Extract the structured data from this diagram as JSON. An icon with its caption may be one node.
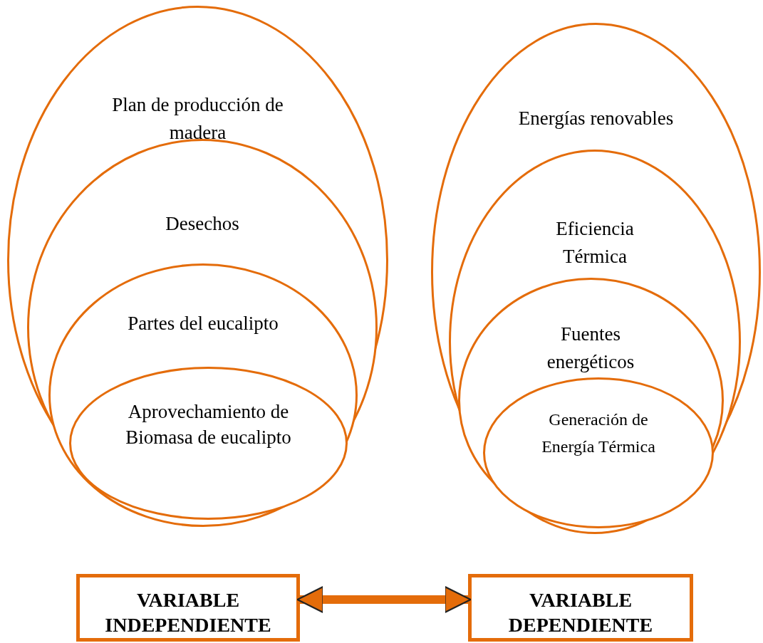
{
  "diagram": {
    "nodes": [
      {
        "text": [
          "Plan de producción de madera"
        ]
      },
      {
        "text": [
          "Desechos"
        ],
        "in": 0
      },
      {
        "text": [
          "Partes del eucalipto"
        ],
        "in": 1
      },
      {
        "text": [
          "Aprovechamiento de Biomasa de eucalipto"
        ],
        "in": 2
      },
      {
        "text": [
          "Energías renovables"
        ]
      },
      {
        "text": [
          "Eficiencia Térmica"
        ],
        "in": 4
      },
      {
        "text": [
          "Fuentes energéticos"
        ],
        "in": 5
      },
      {
        "text": [
          "Generación de Energía Térmica"
        ],
        "in": 6
      },
      {
        "text": [
          "VARIABLE INDEPENDIENTE"
        ]
      },
      {
        "text": [
          "VARIABLE DEPENDIENTE"
        ]
      }
    ],
    "edges": [
      {
        "from": 8,
        "to": 9,
        "arrow": "both"
      }
    ]
  }
}
